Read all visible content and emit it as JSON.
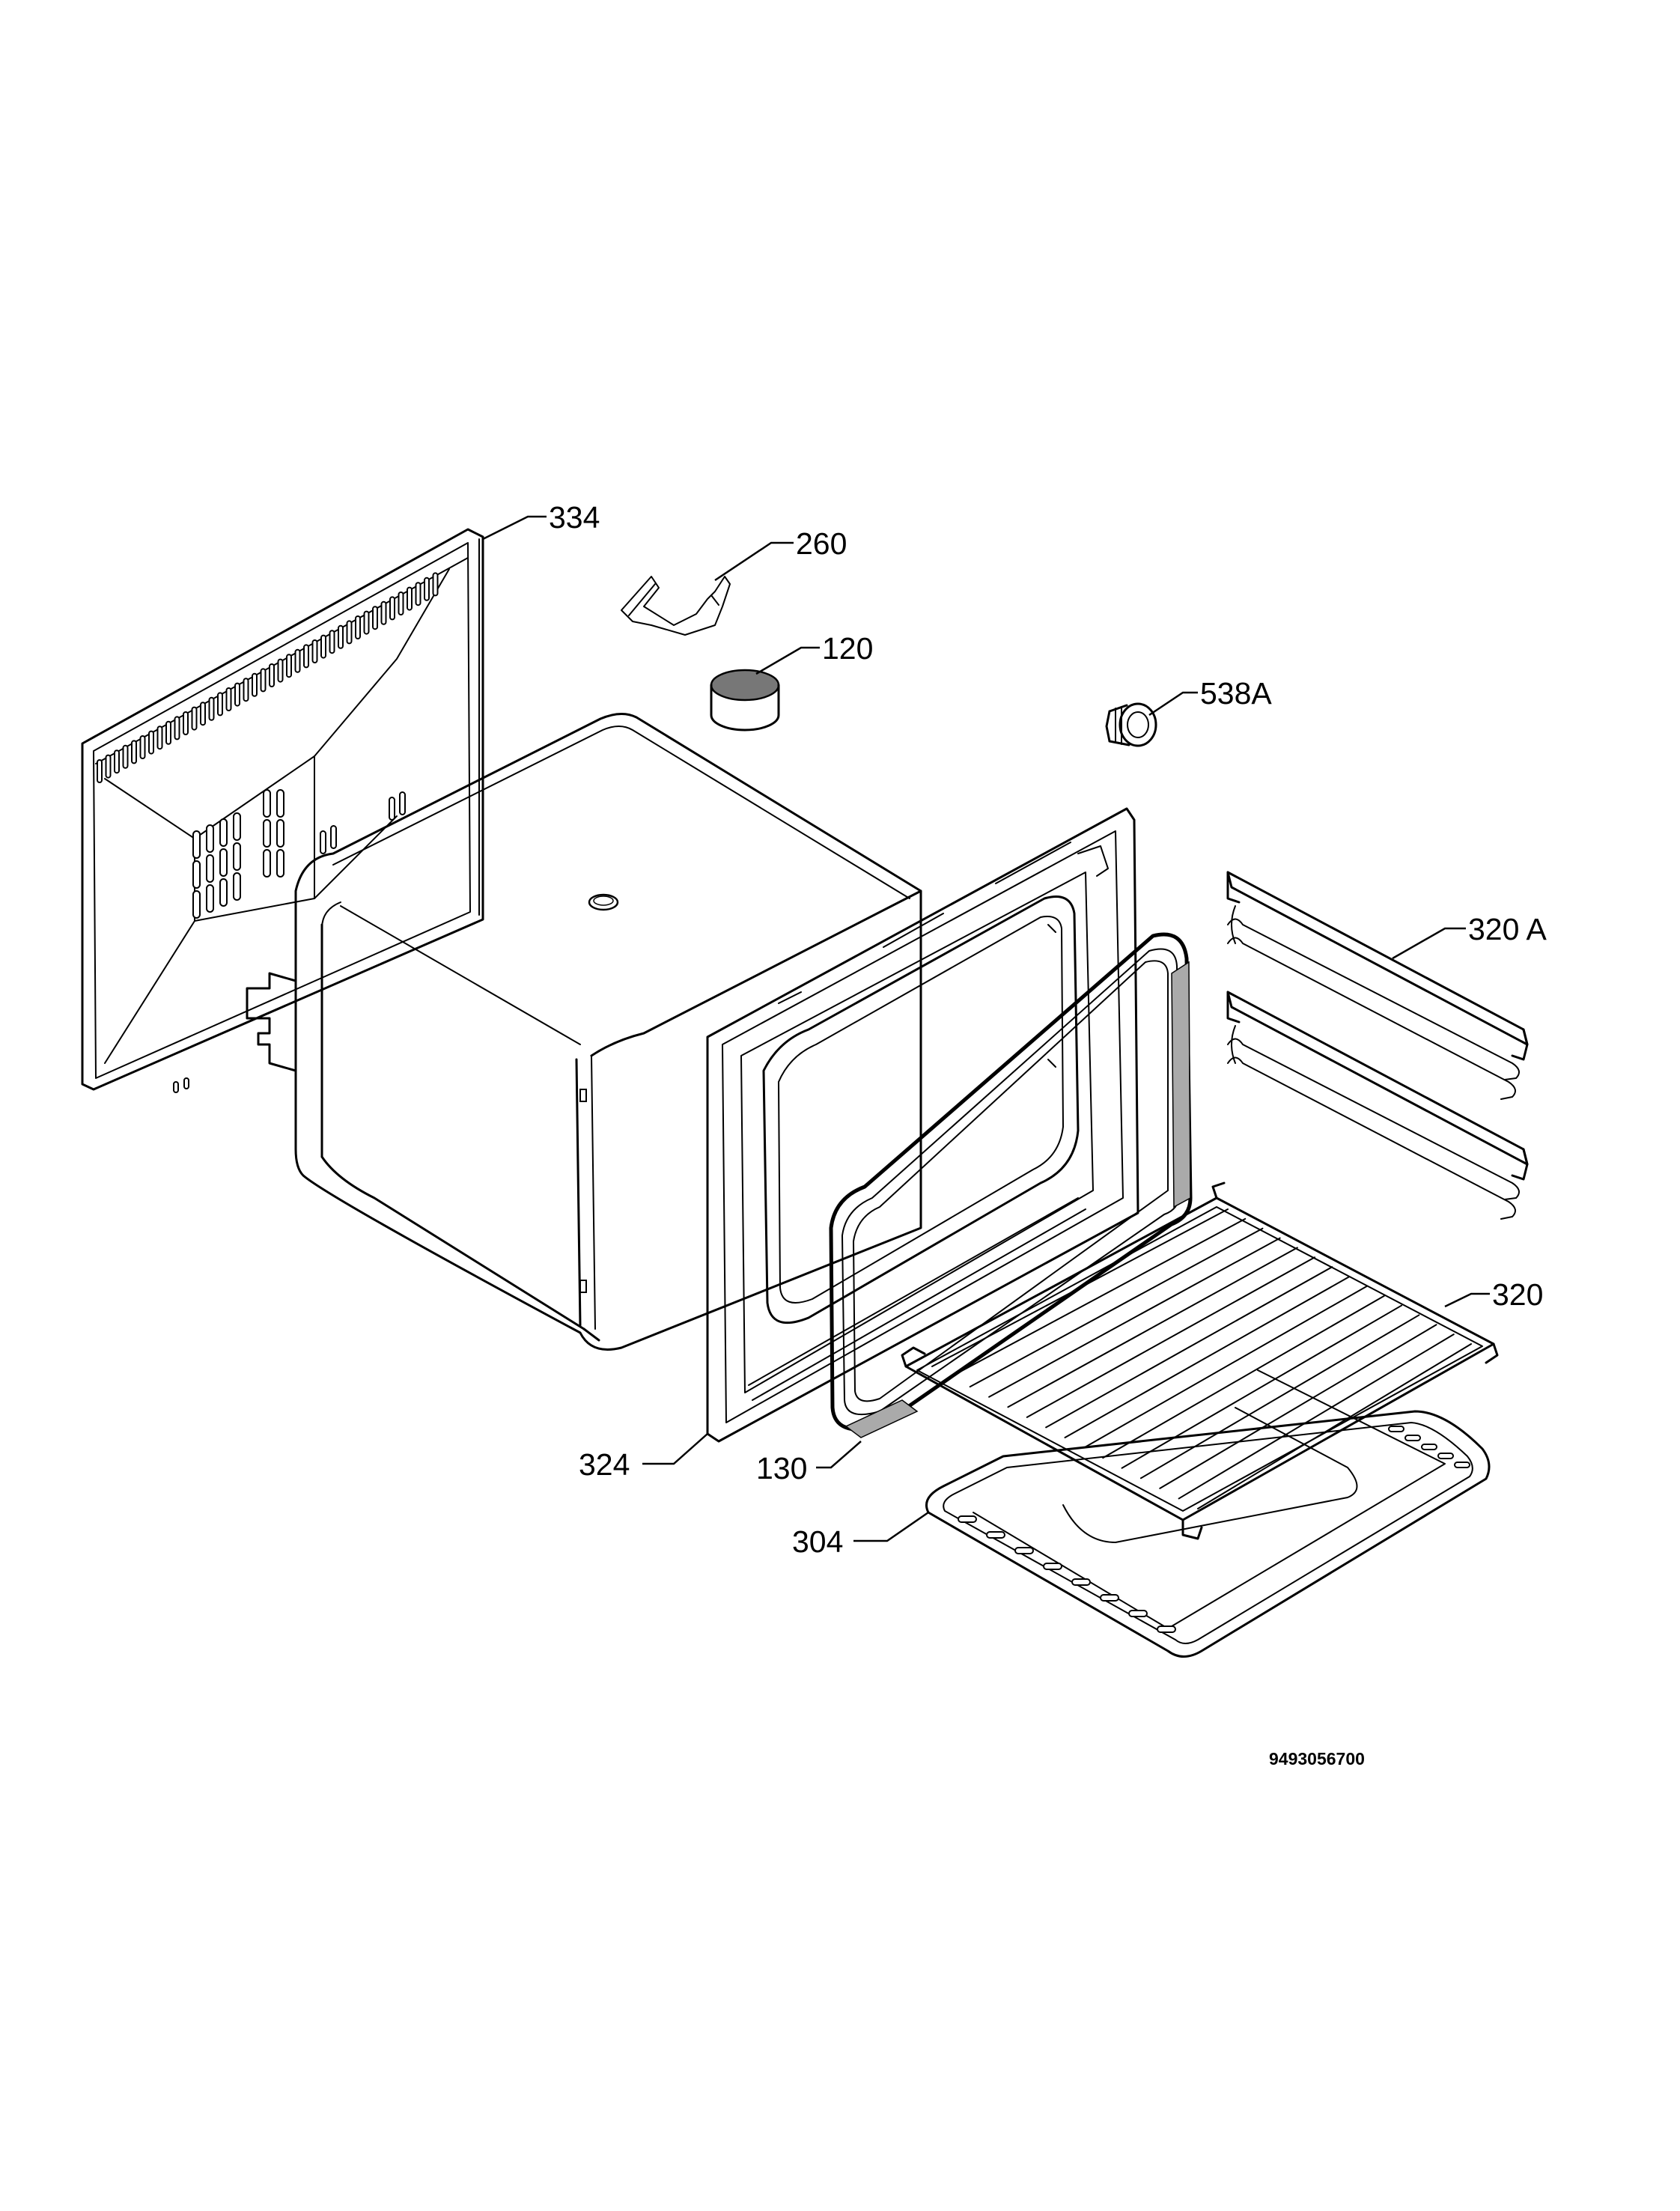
{
  "diagram": {
    "document_number": "9493056700",
    "callouts": [
      {
        "id": "334",
        "text": "334"
      },
      {
        "id": "260",
        "text": "260"
      },
      {
        "id": "120",
        "text": "120"
      },
      {
        "id": "538A",
        "text": "538A"
      },
      {
        "id": "320A",
        "text": "320 A"
      },
      {
        "id": "320",
        "text": "320"
      },
      {
        "id": "324",
        "text": "324"
      },
      {
        "id": "130",
        "text": "130"
      },
      {
        "id": "304",
        "text": "304"
      }
    ]
  }
}
